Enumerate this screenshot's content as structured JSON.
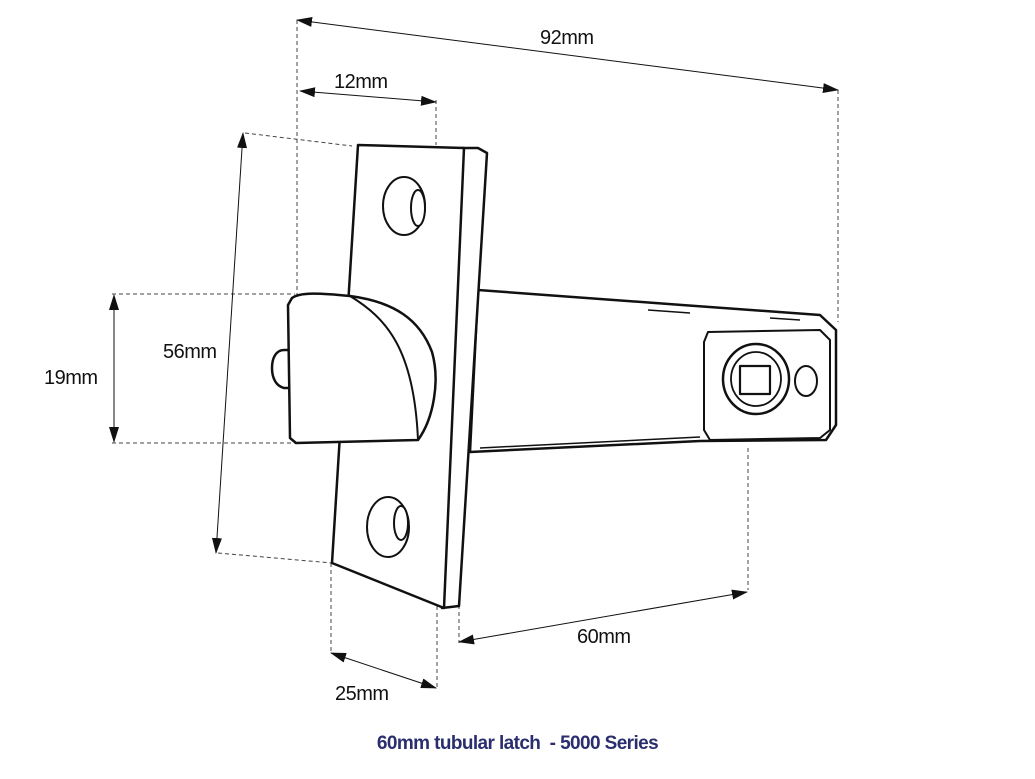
{
  "dimensions": {
    "overall_length": "92mm",
    "faceplate_thickness": "12mm",
    "faceplate_height": "56mm",
    "latch_bolt_height": "19mm",
    "backset": "60mm",
    "faceplate_width": "25mm"
  },
  "caption": "60mm tubular latch  - 5000 Series",
  "colors": {
    "caption": "#2a2e6e",
    "line": "#111111"
  }
}
